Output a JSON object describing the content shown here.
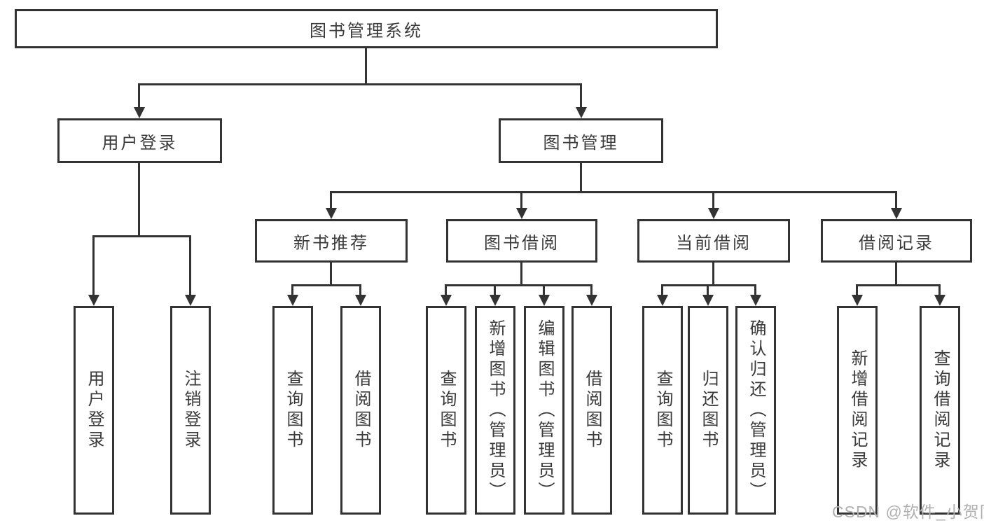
{
  "colors": {
    "line": "#333333",
    "text": "#3a3a3a",
    "background": "#ffffff",
    "watermark_color": "#b0b0b0"
  },
  "watermark": "CSDN @软件_小贺同学",
  "nodes": {
    "root": {
      "label": "图书管理系统"
    },
    "user_login": {
      "label": "用户登录"
    },
    "book_mgmt": {
      "label": "图书管理"
    },
    "new_book_rec": {
      "label": "新书推荐"
    },
    "book_borrow": {
      "label": "图书借阅"
    },
    "current_borrow": {
      "label": "当前借阅"
    },
    "borrow_record": {
      "label": "借阅记录"
    },
    "login_user": {
      "label": "用户登录"
    },
    "login_logout": {
      "label": "注销登录"
    },
    "rec_query": {
      "label": "查询图书"
    },
    "rec_borrow": {
      "label": "借阅图书"
    },
    "bb_query": {
      "label": "查询图书"
    },
    "bb_add": {
      "label": "新增图书（管理员）"
    },
    "bb_edit": {
      "label": "编辑图书（管理员）"
    },
    "bb_borrow": {
      "label": "借阅图书"
    },
    "cb_query": {
      "label": "查询图书"
    },
    "cb_return": {
      "label": "归还图书"
    },
    "cb_confirm": {
      "label": "确认归还（管理员）"
    },
    "br_add": {
      "label": "新增借阅记录"
    },
    "br_query": {
      "label": "查询借阅记录"
    }
  }
}
